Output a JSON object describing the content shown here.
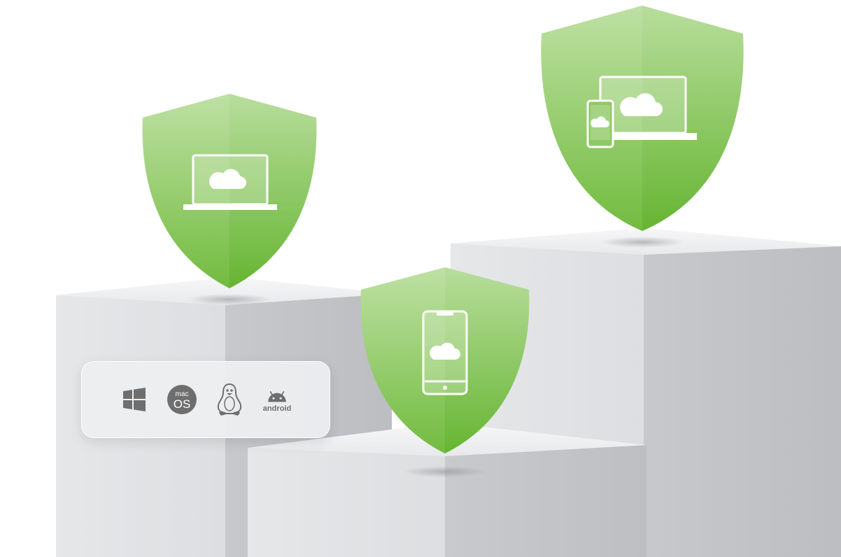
{
  "platforms": [
    {
      "name": "windows",
      "icon": "windows-icon"
    },
    {
      "name": "macos",
      "icon": "macos-icon",
      "label_top": "mac",
      "label_main": "OS"
    },
    {
      "name": "linux",
      "icon": "linux-tux-icon"
    },
    {
      "name": "android",
      "icon": "android-icon",
      "label": "android"
    }
  ],
  "shields": [
    {
      "name": "laptop-shield",
      "icon": "laptop-cloud-icon"
    },
    {
      "name": "phone-shield",
      "icon": "phone-cloud-icon"
    },
    {
      "name": "multi-device-shield",
      "icon": "laptop-phone-cloud-icon"
    }
  ],
  "colors": {
    "shield_light": "#b6dc98",
    "shield_dark": "#64b32f",
    "pedestal_top": "#f1f2f4",
    "pedestal_side": "#c9cbcf",
    "icon_gray": "#6e6e6e"
  }
}
